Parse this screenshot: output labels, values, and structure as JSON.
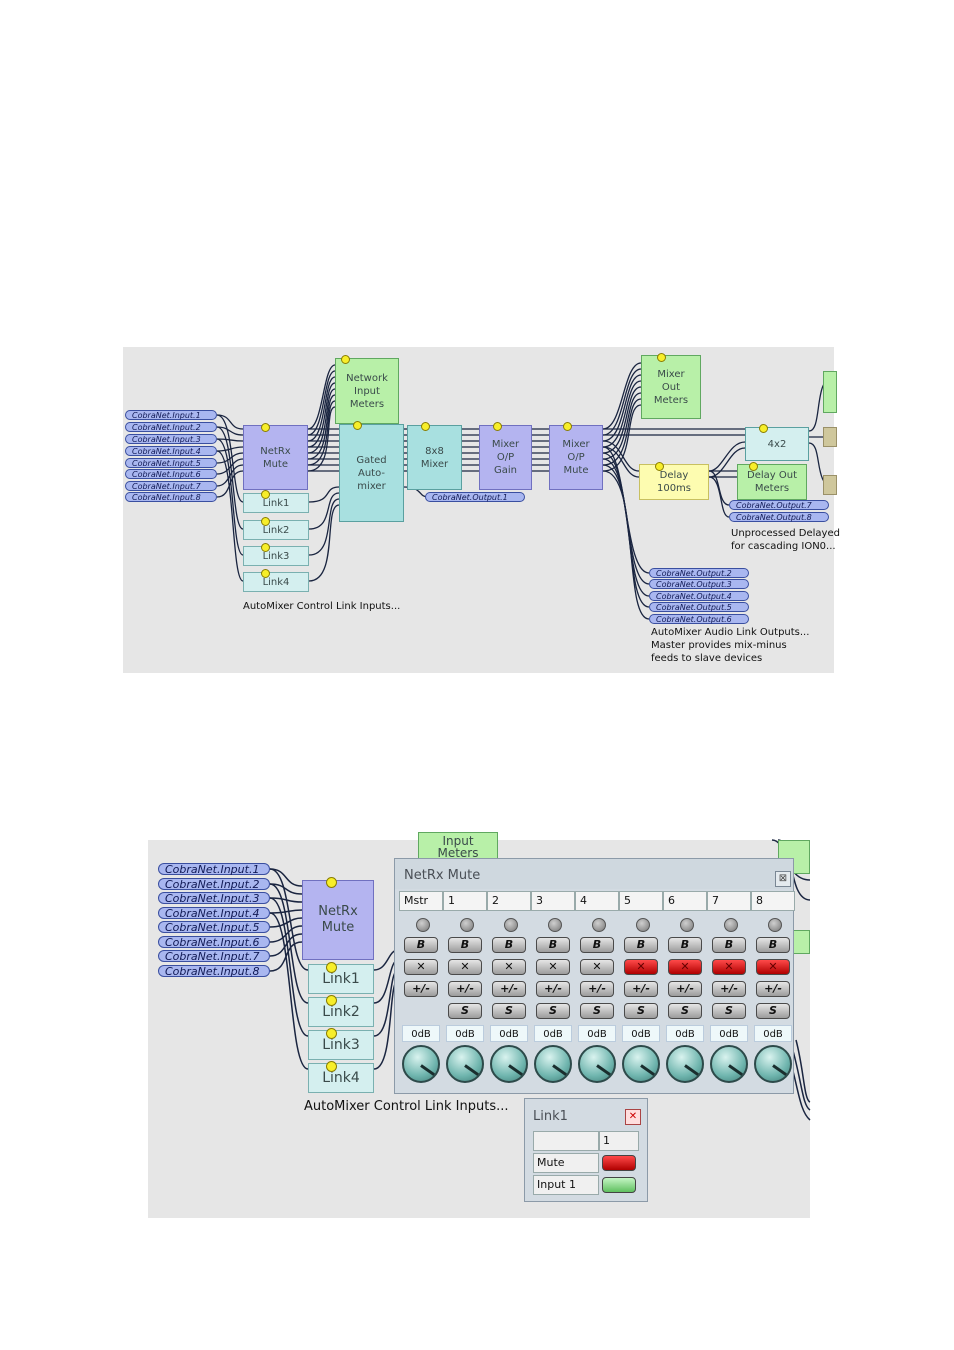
{
  "colors": {
    "pin_blue": "#a9b7f0",
    "block_blue": "#b4b4f0",
    "block_teal": "#a8e0e0",
    "block_green": "#b8f0a8",
    "block_yellow": "#fdfcb0",
    "mute_active": "#e00000",
    "input_active": "#8fe08f"
  },
  "diagram": {
    "inputs": [
      "CobraNet.Input.1",
      "CobraNet.Input.2",
      "CobraNet.Input.3",
      "CobraNet.Input.4",
      "CobraNet.Input.5",
      "CobraNet.Input.6",
      "CobraNet.Input.7",
      "CobraNet.Input.8"
    ],
    "blocks": {
      "netrx_mute": "NetRx\nMute",
      "network_input_meters": "Network\nInput\nMeters",
      "gated_automixer": "Gated\nAuto-\nmixer",
      "mixer_8x8": "8x8\nMixer",
      "mixer_op_gain": "Mixer\nO/P\nGain",
      "mixer_op_mute": "Mixer\nO/P\nMute",
      "mixer_out_meters": "Mixer\nOut\nMeters",
      "matrix_4x2": "4x2",
      "delay": "Delay\n100ms",
      "delay_out_meters": "Delay Out\nMeters"
    },
    "links": [
      "Link1",
      "Link2",
      "Link3",
      "Link4"
    ],
    "outputs": {
      "main": "CobraNet.Output.1",
      "delay": [
        "CobraNet.Output.7",
        "CobraNet.Output.8"
      ],
      "link": [
        "CobraNet.Output.2",
        "CobraNet.Output.3",
        "CobraNet.Output.4",
        "CobraNet.Output.5",
        "CobraNet.Output.6"
      ]
    },
    "notes": {
      "control_links": "AutoMixer Control Link Inputs...",
      "audio_links": "AutoMixer Audio Link Outputs...\nMaster provides mix-minus\nfeeds to slave devices",
      "delay_note": "Unprocessed Delayed\nfor cascading ION0..."
    }
  },
  "detail": {
    "inputs": [
      "CobraNet.Input.1",
      "CobraNet.Input.2",
      "CobraNet.Input.3",
      "CobraNet.Input.4",
      "CobraNet.Input.5",
      "CobraNet.Input.6",
      "CobraNet.Input.7",
      "CobraNet.Input.8"
    ],
    "netrx_block": "NetRx\nMute",
    "meters_fragment": "Input\nMeters",
    "links": [
      "Link1",
      "Link2",
      "Link3",
      "Link4"
    ],
    "note": "AutoMixer Control Link Inputs...",
    "netrx_window": {
      "title": "NetRx Mute",
      "close": "⊠",
      "columns": [
        "Mstr",
        "1",
        "2",
        "3",
        "4",
        "5",
        "6",
        "7",
        "8"
      ],
      "bypass_label": "B",
      "mute_label": "✕",
      "invert_label": "+/-",
      "solo_label": "S",
      "mute_active": [
        false,
        false,
        false,
        false,
        false,
        true,
        true,
        true,
        true
      ],
      "gains": [
        "0dB",
        "0dB",
        "0dB",
        "0dB",
        "0dB",
        "0dB",
        "0dB",
        "0dB",
        "0dB"
      ]
    },
    "link_window": {
      "title": "Link1",
      "close": "✕",
      "col_header": "1",
      "rows": [
        {
          "label": "Mute",
          "state": "mute-on"
        },
        {
          "label": "Input 1",
          "state": "input-on"
        }
      ]
    }
  }
}
